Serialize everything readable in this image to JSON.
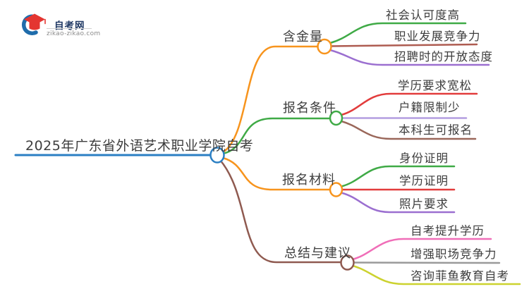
{
  "logo": {
    "title": "自考网",
    "domain": "zikao-zikao.com",
    "icon": "graduation-cap-icon",
    "crescent_color": "#1f6cab",
    "cap_color": "#e43531"
  },
  "mindmap": {
    "root": {
      "label": "2025年广东省外语艺术职业学院自考",
      "color": "#2b7fc3"
    },
    "branches": [
      {
        "label": "含金量",
        "color": "#f7941d",
        "children": [
          {
            "label": "社会认可度高",
            "color": "#3faa46"
          },
          {
            "label": "职业发展竞争力",
            "color": "#ae5c51"
          },
          {
            "label": "招聘时的开放态度",
            "color": "#9b6fd0"
          }
        ]
      },
      {
        "label": "报名条件",
        "color": "#3faa46",
        "children": [
          {
            "label": "学历要求宽松",
            "color": "#e23c3c"
          },
          {
            "label": "户籍限制少",
            "color": "#b39de0"
          },
          {
            "label": "本科生可报名",
            "color": "#9a675a"
          }
        ]
      },
      {
        "label": "报名材料",
        "color": "#f7941d",
        "children": [
          {
            "label": "身份证明",
            "color": "#3faa46"
          },
          {
            "label": "学历证明",
            "color": "#e23c3c"
          },
          {
            "label": "照片要求",
            "color": "#9b6fd0"
          }
        ]
      },
      {
        "label": "总结与建议",
        "color": "#8f5a50",
        "children": [
          {
            "label": "自考提升学历",
            "color": "#f06eb8"
          },
          {
            "label": "增强职场竞争力",
            "color": "#9a9a9a"
          },
          {
            "label": "咨询菲鱼教育自考",
            "color": "#ccd22f"
          }
        ]
      }
    ]
  }
}
